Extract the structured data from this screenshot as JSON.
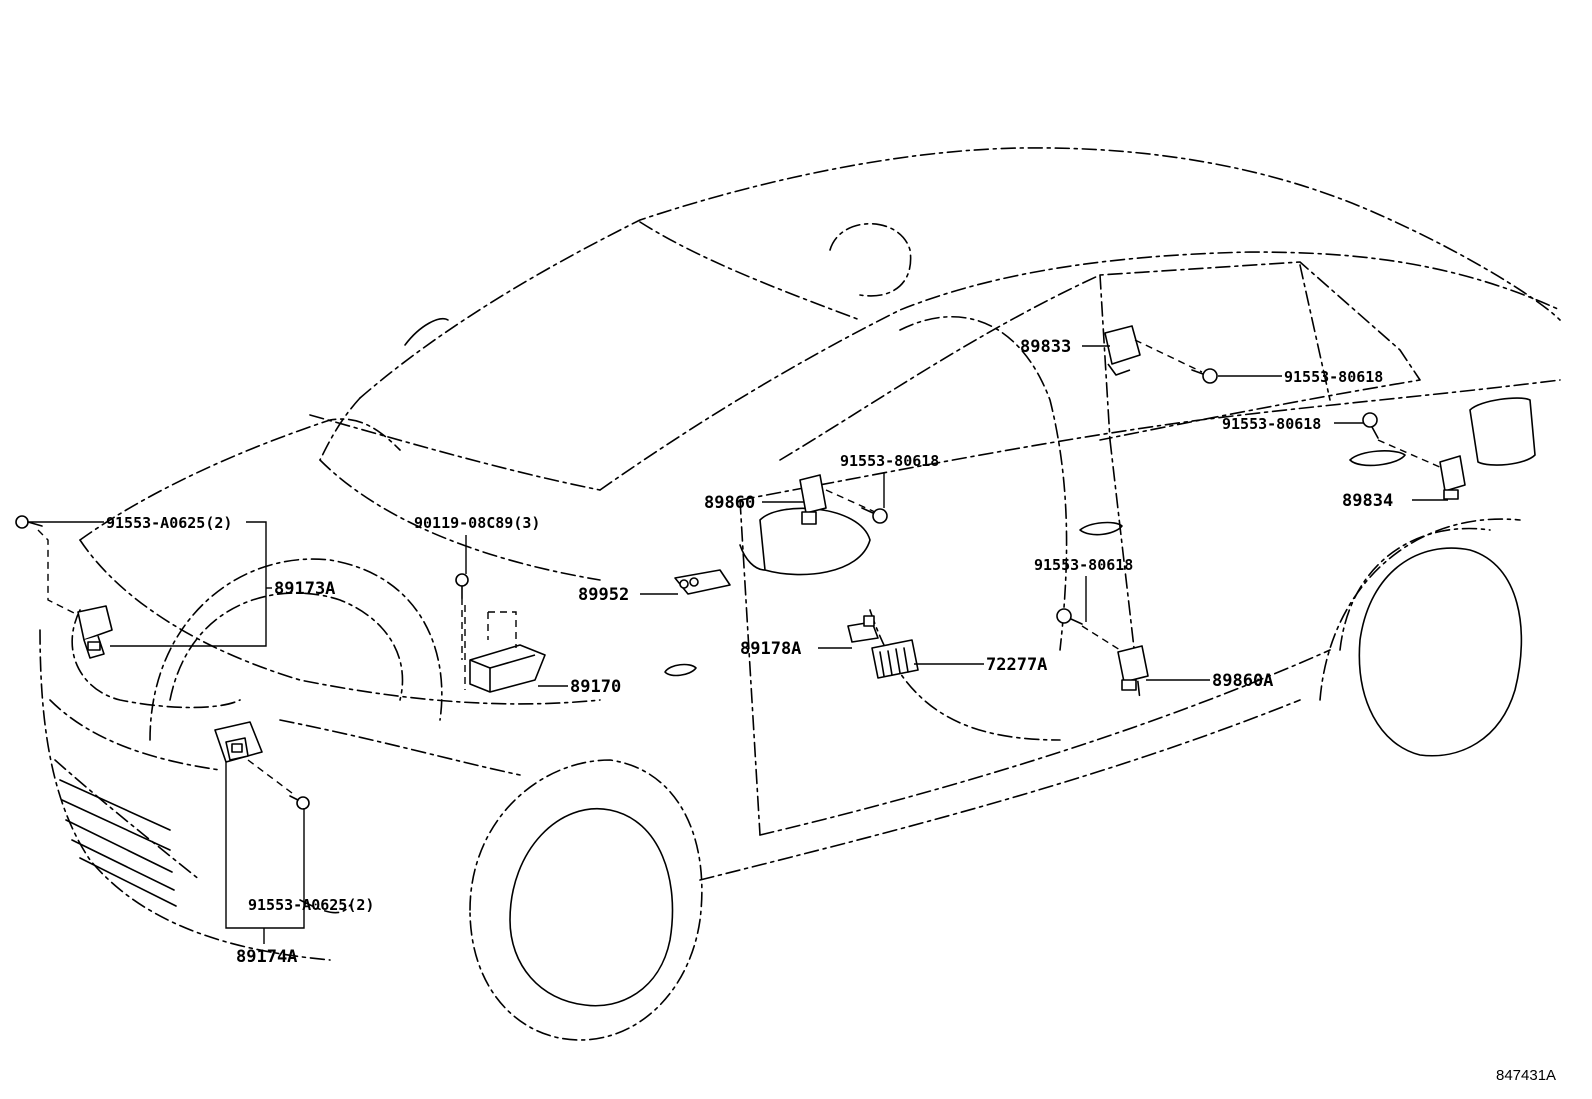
{
  "labels": {
    "p1": "91553-A0625(2)",
    "p2": "89173A",
    "p3": "90119-08C89(3)",
    "p4": "89952",
    "p5": "89170",
    "p6": "89860",
    "p7": "91553-80618",
    "p8": "89833",
    "p9": "91553-80618",
    "p10": "91553-80618",
    "p11": "89834",
    "p12": "91553-80618",
    "p13": "89178A",
    "p14": "72277A",
    "p15": "89860A",
    "p16": "91553-A0625(2)",
    "p17": "89174A"
  },
  "reference_number": "847431A"
}
